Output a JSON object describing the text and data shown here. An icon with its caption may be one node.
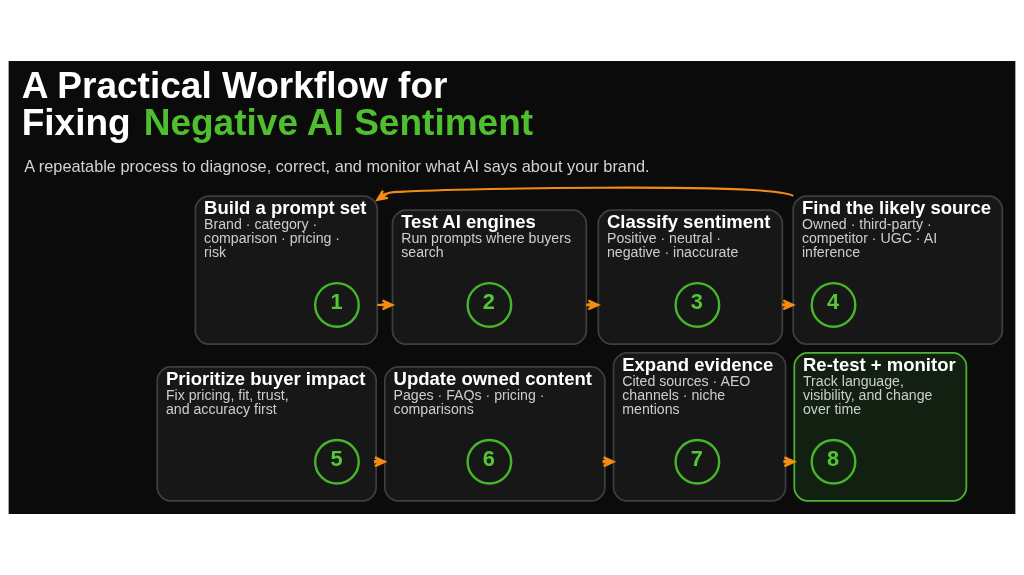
{
  "diagram": {
    "title": "A Practical Workflow for Fixing Negative AI Sentiment",
    "nodes": [
      {
        "text": [
          "Build a prompt set",
          "Brand · category · comparison · pricing · risk"
        ]
      },
      {
        "text": [
          "1"
        ],
        "in": 0
      },
      {
        "text": [
          "Test AI engines",
          "Run prompts where buyers search"
        ]
      },
      {
        "text": [
          "2"
        ],
        "in": 2
      },
      {
        "text": [
          "Classify sentiment",
          "Positive · neutral · negative · inaccurate"
        ]
      },
      {
        "text": [
          "3"
        ],
        "in": 4
      },
      {
        "text": [
          "Find the likely source",
          "Owned · third-party · competitor · UGC · AI inference"
        ]
      },
      {
        "text": [
          "4"
        ],
        "in": 6
      },
      {
        "text": [
          "Prioritize buyer impact",
          "Fix pricing, fit, trust, and accuracy first"
        ]
      },
      {
        "text": [
          "5"
        ],
        "in": 8
      },
      {
        "text": [
          "Update owned content",
          "Pages · FAQs · pricing · comparisons"
        ]
      },
      {
        "text": [
          "6"
        ],
        "in": 10
      },
      {
        "text": [
          "Expand evidence",
          "Cited sources · AEO channels · niche mentions"
        ]
      },
      {
        "text": [
          "7"
        ],
        "in": 12
      },
      {
        "text": [
          "Re-test + monitor",
          "Track language, visibility, and change over time"
        ]
      },
      {
        "text": [
          "8"
        ],
        "in": 14
      }
    ],
    "edges": [
      {
        "from": 0,
        "to": 2,
        "arrow": "to"
      },
      {
        "from": 2,
        "to": 4,
        "arrow": "to"
      },
      {
        "from": 4,
        "to": 6,
        "arrow": "to"
      },
      {
        "from": 6,
        "to": 0,
        "arrow": "to"
      },
      {
        "from": 8,
        "to": 10,
        "arrow": "to"
      },
      {
        "from": 10,
        "to": 12,
        "arrow": "to"
      },
      {
        "from": 12,
        "to": 14,
        "arrow": "to"
      }
    ],
    "labels": [
      "A repeatable process to diagnose, correct, and monitor what AI says about your brand."
    ]
  }
}
